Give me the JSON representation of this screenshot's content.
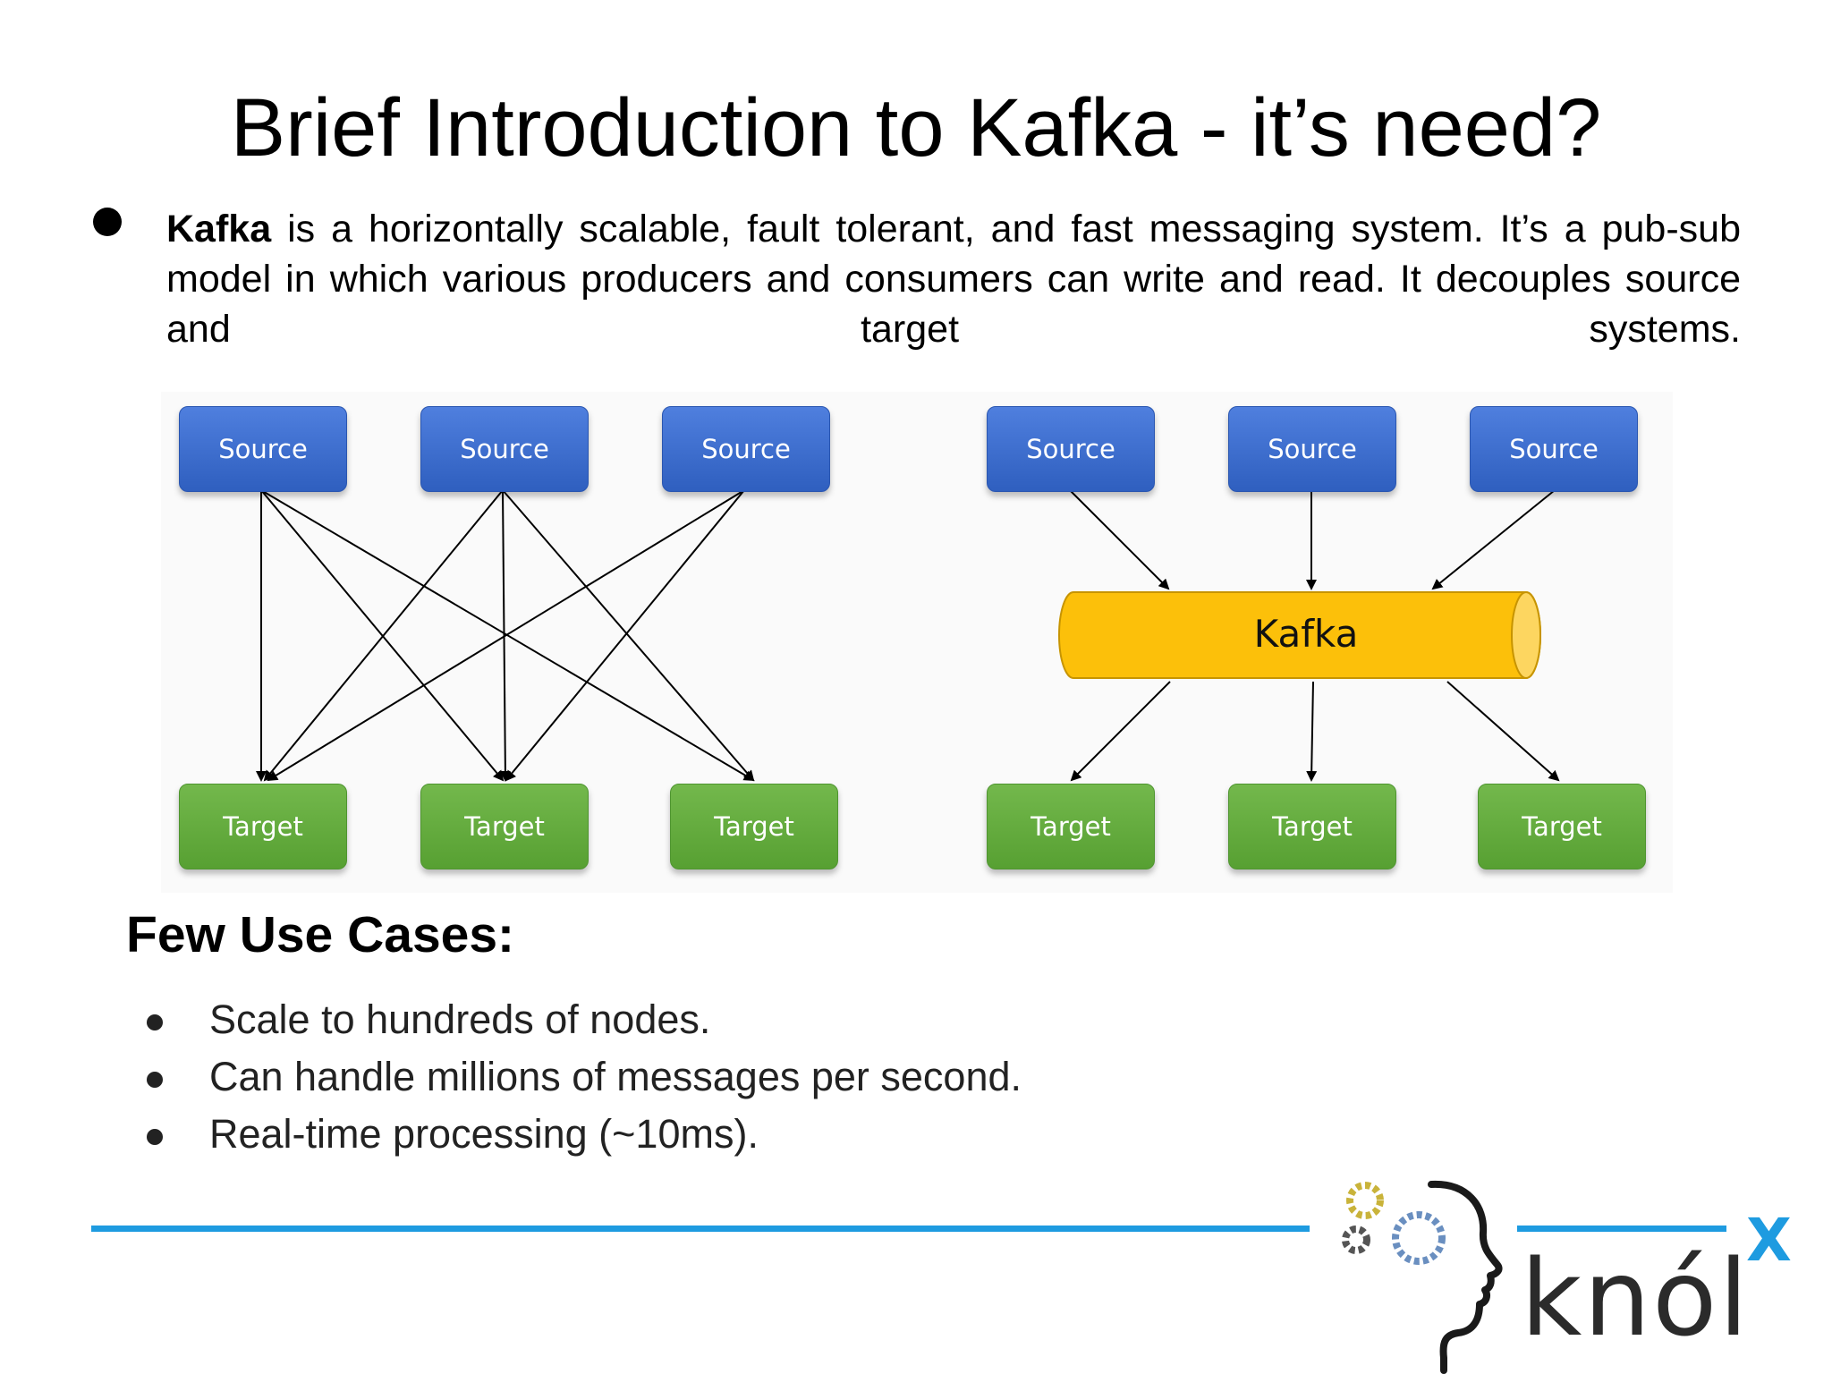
{
  "title": "Brief Introduction to Kafka - it’s need?",
  "intro": {
    "bold": "Kafka",
    "text": " is a horizontally scalable, fault tolerant, and fast messaging system. It’s a pub-sub model in which various producers and consumers can write and read. It decouples source and target systems."
  },
  "diagram_left": {
    "sources": [
      "Source",
      "Source",
      "Source"
    ],
    "targets": [
      "Target",
      "Target",
      "Target"
    ]
  },
  "diagram_right": {
    "sources": [
      "Source",
      "Source",
      "Source"
    ],
    "hub": "Kafka",
    "targets": [
      "Target",
      "Target",
      "Target"
    ]
  },
  "use_cases": {
    "title": "Few Use Cases:",
    "items": [
      "Scale to hundreds of nodes.",
      "Can handle millions of messages per second.",
      "Real-time processing (~10ms)."
    ]
  },
  "logo": {
    "text": "knól",
    "superscript": "X"
  },
  "colors": {
    "source": "#3a6fd0",
    "target": "#62a83c",
    "kafka": "#fcc00a",
    "accent_line": "#1e9be0"
  }
}
